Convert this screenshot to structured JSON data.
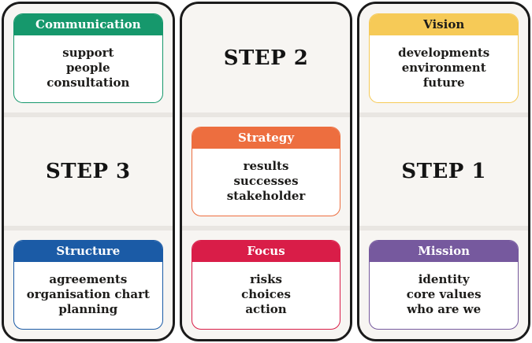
{
  "canvas": {
    "background": "#ffffff",
    "panel_background": "#f7f5f2",
    "divider_color": "#e9e6e2",
    "panel_border_color": "#1b1b1b",
    "body_text_color": "#1d1c1a"
  },
  "panels": [
    {
      "name": "left",
      "rows": [
        {
          "type": "card",
          "title": "Communication",
          "color": "#16986c",
          "title_text_color": "#ffffff",
          "items": [
            "support",
            "people",
            "consultation"
          ]
        },
        {
          "type": "step",
          "label": "STEP 3"
        },
        {
          "type": "card",
          "title": "Structure",
          "color": "#1b5ba6",
          "title_text_color": "#ffffff",
          "items": [
            "agreements",
            "organisation chart",
            "planning"
          ]
        }
      ]
    },
    {
      "name": "middle",
      "rows": [
        {
          "type": "step",
          "label": "STEP 2"
        },
        {
          "type": "card",
          "title": "Strategy",
          "color": "#ed6e3f",
          "title_text_color": "#ffffff",
          "items": [
            "results",
            "successes",
            "stakeholder"
          ]
        },
        {
          "type": "card",
          "title": "Focus",
          "color": "#d91d48",
          "title_text_color": "#ffffff",
          "items": [
            "risks",
            "choices",
            "action"
          ]
        }
      ]
    },
    {
      "name": "right",
      "rows": [
        {
          "type": "card",
          "title": "Vision",
          "color": "#f6ca57",
          "title_text_color": "#1d1c1a",
          "items": [
            "developments",
            "environment",
            "future"
          ]
        },
        {
          "type": "step",
          "label": "STEP 1"
        },
        {
          "type": "card",
          "title": "Mission",
          "color": "#76599e",
          "title_text_color": "#ffffff",
          "items": [
            "identity",
            "core values",
            "who are we"
          ]
        }
      ]
    }
  ]
}
